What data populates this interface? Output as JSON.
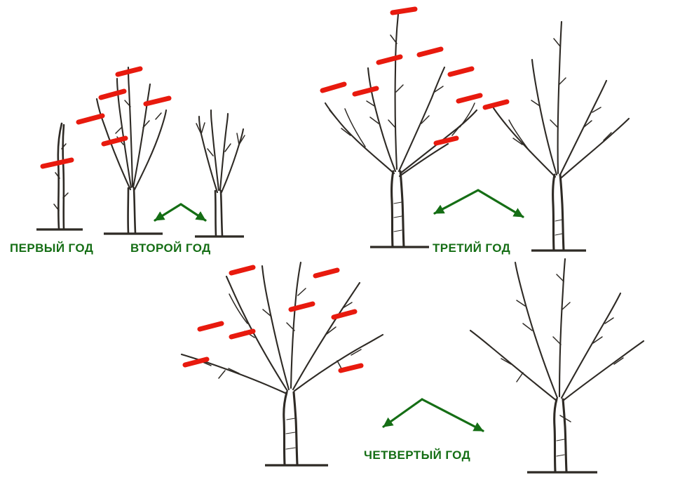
{
  "diagram": {
    "labels": {
      "year1": "ПЕРВЫЙ ГОД",
      "year2": "ВТОРОЙ ГОД",
      "year3": "ТРЕТИЙ ГОД",
      "year4": "ЧЕТВЕРТЫЙ ГОД"
    },
    "colors": {
      "label-green": "#156e15",
      "arrow-green": "#156e15",
      "prune-red": "#e81a0e",
      "ink": "#2e2a25",
      "bg": "#ffffff"
    }
  }
}
